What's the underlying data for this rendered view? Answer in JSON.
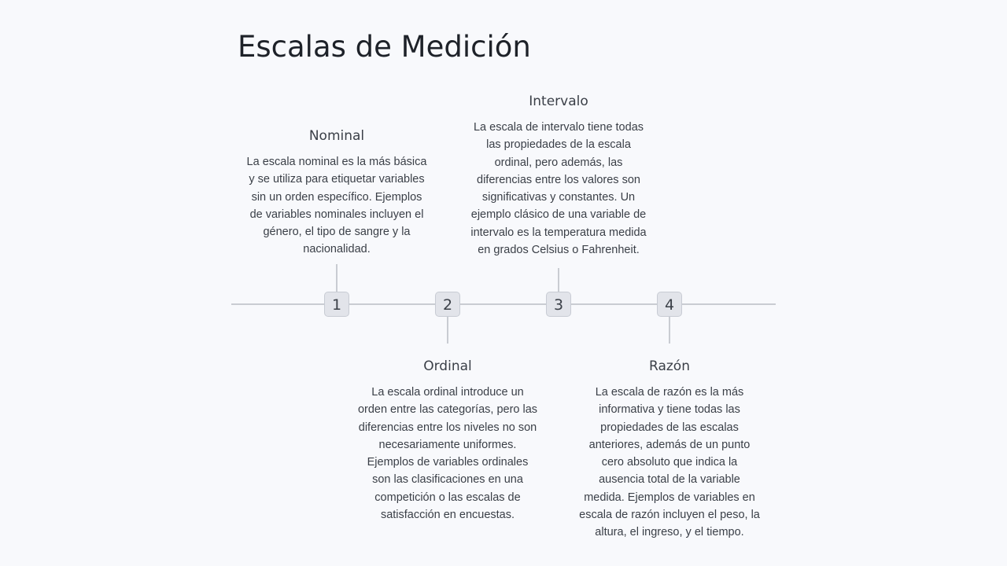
{
  "title": "Escalas de Medición",
  "steps": [
    {
      "number": "1",
      "heading": "Nominal",
      "text": "La escala nominal es la más básica y se utiliza para etiquetar variables sin un orden específico. Ejemplos de variables nominales incluyen el género, el tipo de sangre y la nacionalidad."
    },
    {
      "number": "2",
      "heading": "Ordinal",
      "text": "La escala ordinal introduce un orden entre las categorías, pero las diferencias entre los niveles no son necesariamente uniformes. Ejemplos de variables ordinales son las clasificaciones en una competición o las escalas de satisfacción en encuestas."
    },
    {
      "number": "3",
      "heading": "Intervalo",
      "text": "La escala de intervalo tiene todas las propiedades de la escala ordinal, pero además, las diferencias entre los valores son significativas y constantes. Un ejemplo clásico de una variable de intervalo es la temperatura medida en grados Celsius o Fahrenheit."
    },
    {
      "number": "4",
      "heading": "Razón",
      "text": "La escala de razón es la más informativa y tiene todas las propiedades de las escalas anteriores, además de un punto cero absoluto que indica la ausencia total de la variable medida. Ejemplos de variables en escala de razón incluyen el peso, la altura, el ingreso, y el tiempo."
    }
  ]
}
